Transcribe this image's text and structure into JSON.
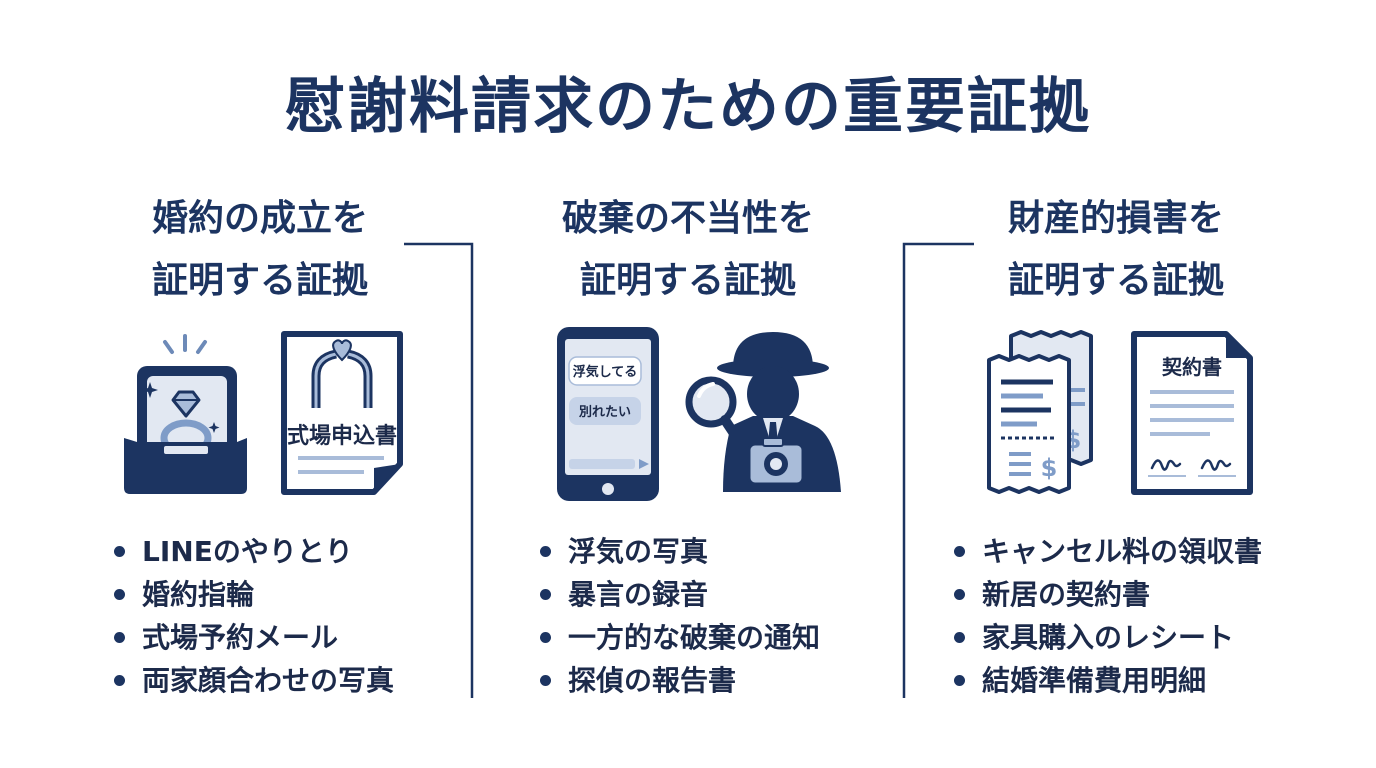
{
  "title": "慰謝料請求のための重要証拠",
  "colors": {
    "navy": "#1c3461",
    "light_blue": "#a9bcd9",
    "pale_blue": "#e2e8f2"
  },
  "columns": [
    {
      "heading": [
        "婚約の成立を",
        "証明する証拠"
      ],
      "icons": [
        "ring-box-icon",
        "venue-application-document-icon"
      ],
      "document_label": "式場申込書",
      "items": [
        "LINEのやりとり",
        "婚約指輪",
        "式場予約メール",
        "両家顔合わせの写真"
      ]
    },
    {
      "heading": [
        "破棄の不当性を",
        "証明する証拠"
      ],
      "icons": [
        "smartphone-chat-icon",
        "detective-icon"
      ],
      "chat": [
        "浮気してる",
        "別れたい"
      ],
      "items": [
        "浮気の写真",
        "暴言の録音",
        "一方的な破棄の通知",
        "探偵の報告書"
      ]
    },
    {
      "heading": [
        "財産的損害を",
        "証明する証拠"
      ],
      "icons": [
        "receipts-icon",
        "contract-document-icon"
      ],
      "document_label": "契約書",
      "items": [
        "キャンセル料の領収書",
        "新居の契約書",
        "家具購入のレシート",
        "結婚準備費用明細"
      ]
    }
  ]
}
